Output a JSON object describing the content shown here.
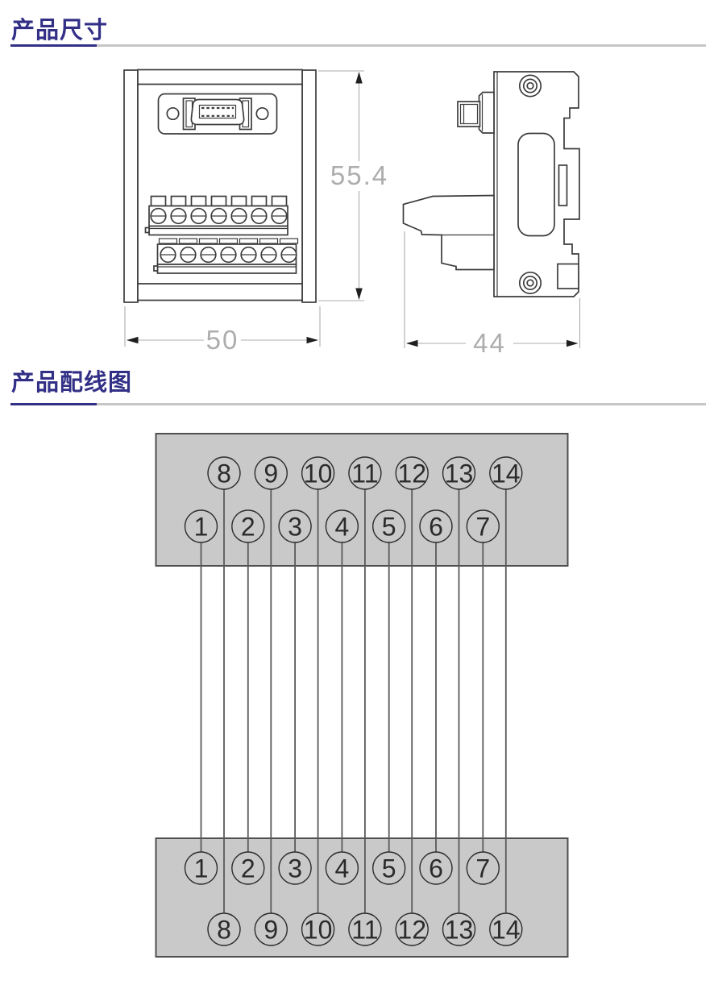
{
  "sections": {
    "dimensions": {
      "title": "产品尺寸"
    },
    "wiring": {
      "title": "产品配线图"
    }
  },
  "dimension_drawing": {
    "front_view": {
      "height_label": "55.4",
      "width_label": "50"
    },
    "side_view": {
      "depth_label": "44"
    }
  },
  "wiring_diagram": {
    "top_connector": {
      "upper_row": [
        "8",
        "9",
        "10",
        "11",
        "12",
        "13",
        "14"
      ],
      "lower_row": [
        "1",
        "2",
        "3",
        "4",
        "5",
        "6",
        "7"
      ]
    },
    "bottom_connector": {
      "upper_row": [
        "1",
        "2",
        "3",
        "4",
        "5",
        "6",
        "7"
      ],
      "lower_row": [
        "8",
        "9",
        "10",
        "11",
        "12",
        "13",
        "14"
      ]
    },
    "connections": [
      [
        1,
        1
      ],
      [
        2,
        2
      ],
      [
        3,
        3
      ],
      [
        4,
        4
      ],
      [
        5,
        5
      ],
      [
        6,
        6
      ],
      [
        7,
        7
      ],
      [
        8,
        8
      ],
      [
        9,
        9
      ],
      [
        10,
        10
      ],
      [
        11,
        11
      ],
      [
        12,
        12
      ],
      [
        13,
        13
      ],
      [
        14,
        14
      ]
    ]
  },
  "colors": {
    "accent_navy": "#322f86",
    "rule_gray": "#c6c6c6",
    "block_fill": "#c9c9c9",
    "block_border": "#4f4f4f",
    "drawing_line": "#3c3c3c",
    "dimension_gray": "#adadad",
    "wire_line": "#5a5a5a",
    "pin_ink": "#2b2b2b"
  }
}
